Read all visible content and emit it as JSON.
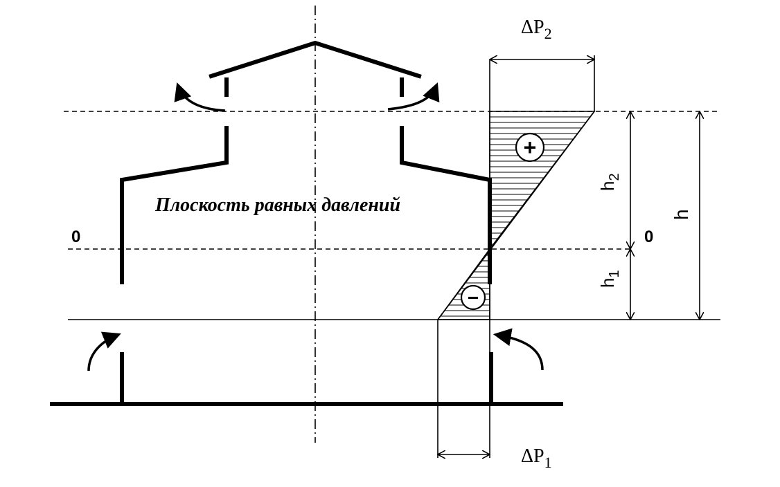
{
  "diagram": {
    "plane_label": "Плоскость равных давлений",
    "zero_left": "0",
    "zero_right": "0",
    "delta_p1": {
      "main": "ΔP",
      "sub": "1"
    },
    "delta_p2": {
      "main": "ΔP",
      "sub": "2"
    },
    "h": "h",
    "h1": {
      "main": "h",
      "sub": "1"
    },
    "h2": {
      "main": "h",
      "sub": "2"
    },
    "plus_sign": "+",
    "minus_sign": "−"
  }
}
